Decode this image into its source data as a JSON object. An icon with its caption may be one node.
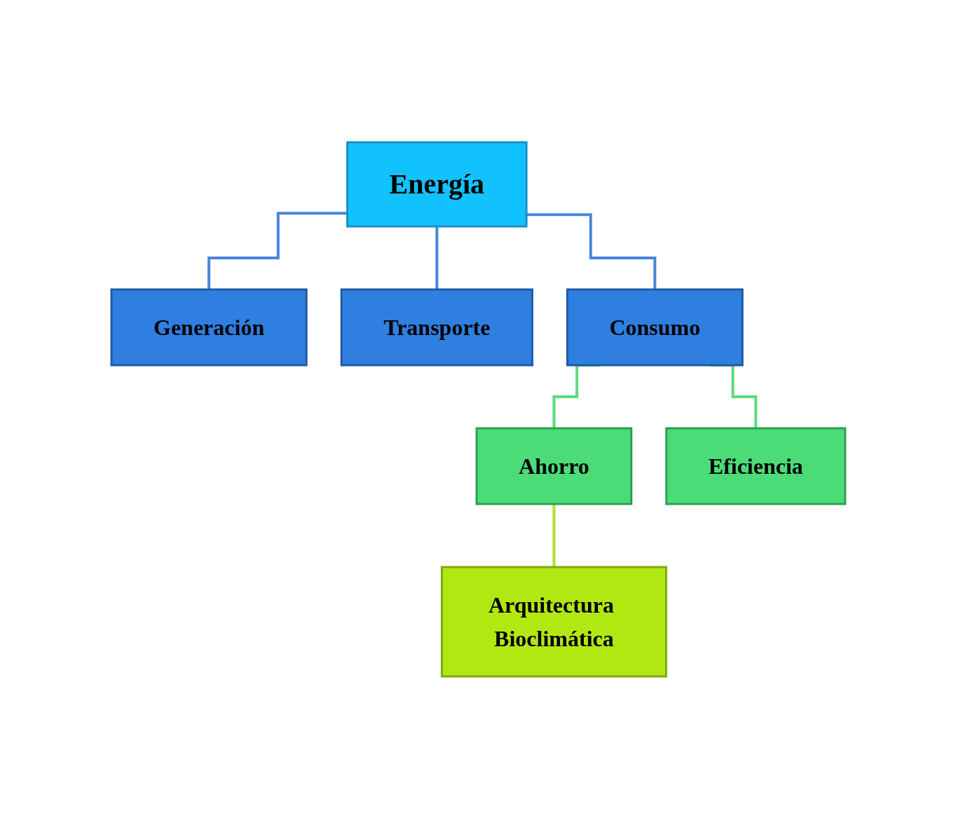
{
  "diagram": {
    "nodes": [
      {
        "text": [
          "Energía"
        ]
      },
      {
        "text": [
          "Generación"
        ]
      },
      {
        "text": [
          "Transporte"
        ]
      },
      {
        "text": [
          "Consumo"
        ]
      },
      {
        "text": [
          "Ahorro"
        ]
      },
      {
        "text": [
          "Eficiencia"
        ]
      },
      {
        "text": [
          "Arquitectura Bioclimática"
        ]
      }
    ],
    "edges": [
      {
        "from": 0,
        "to": 1,
        "arrow": "none"
      },
      {
        "from": 0,
        "to": 2,
        "arrow": "none"
      },
      {
        "from": 0,
        "to": 3,
        "arrow": "none"
      },
      {
        "from": 3,
        "to": 4,
        "arrow": "none",
        "color": "#5ddb7a"
      },
      {
        "from": 3,
        "to": 5,
        "arrow": "none",
        "color": "#5ddb7a"
      },
      {
        "from": 4,
        "to": 6,
        "arrow": "none",
        "color": "#b3e02a"
      }
    ]
  }
}
